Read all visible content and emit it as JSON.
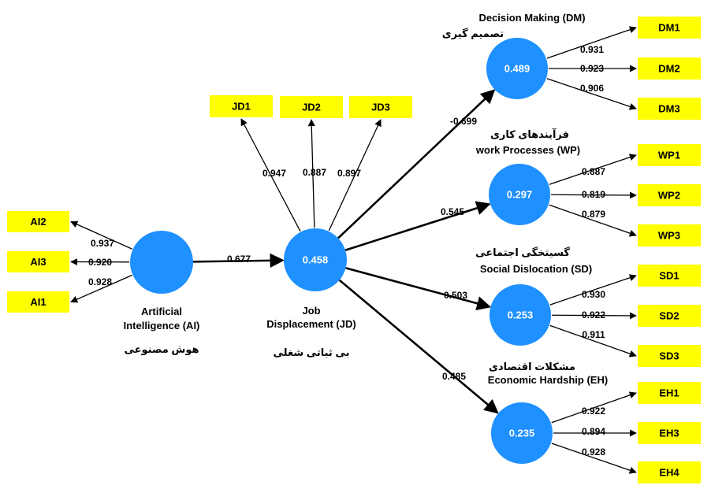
{
  "colors": {
    "construct_fill": "#1e90ff",
    "indicator_fill": "#ffff00",
    "line": "#000000",
    "text": "#000000",
    "construct_text": "#ffffff"
  },
  "nodes": {
    "AI": {
      "value": ""
    },
    "JD": {
      "value": "0.458"
    },
    "DM": {
      "value": "0.489"
    },
    "WP": {
      "value": "0.297"
    },
    "SD": {
      "value": "0.253"
    },
    "EH": {
      "value": "0.235"
    }
  },
  "indicators": {
    "AI2": "AI2",
    "AI3": "AI3",
    "AI1": "AI1",
    "JD1": "JD1",
    "JD2": "JD2",
    "JD3": "JD3",
    "DM1": "DM1",
    "DM2": "DM2",
    "DM3": "DM3",
    "WP1": "WP1",
    "WP2": "WP2",
    "WP3": "WP3",
    "SD1": "SD1",
    "SD2": "SD2",
    "SD3": "SD3",
    "EH1": "EH1",
    "EH3": "EH3",
    "EH4": "EH4"
  },
  "loadings": {
    "AI2": "0.937",
    "AI3": "0.920",
    "AI1": "0.928",
    "JD1": "0.947",
    "JD2": "0.887",
    "JD3": "0.897",
    "DM1": "0.931",
    "DM2": "0.923",
    "DM3": "0.906",
    "WP1": "0.887",
    "WP2": "0.819",
    "WP3": "0.879",
    "SD1": "0.930",
    "SD2": "0.922",
    "SD3": "0.911",
    "EH1": "0.922",
    "EH3": "0.894",
    "EH4": "0.928"
  },
  "paths": {
    "AI_JD": "0.677",
    "JD_DM": "-0.699",
    "JD_WP": "0.545",
    "JD_SD": "0.503",
    "JD_EH": "0.485"
  },
  "labels": {
    "ai_line1": "Artificial",
    "ai_line2": "Intelligence (AI)",
    "ai_farsi": "هوش مصنوعی",
    "jd_line1": "Job",
    "jd_line2": "Displacement (JD)",
    "jd_farsi": "بی ثباتی شغلی",
    "dm_en": "Decision Making (DM)",
    "dm_farsi": "تصمیم گیری",
    "wp_farsi": "فرآیندهای کاری",
    "wp_en": "work Processes (WP)",
    "sd_farsi": "گسیتخگی اجتماعی",
    "sd_en": "Social Dislocation (SD)",
    "eh_farsi": "مشکلات اقتصادی",
    "eh_en": "Economic Hardship (EH)"
  }
}
